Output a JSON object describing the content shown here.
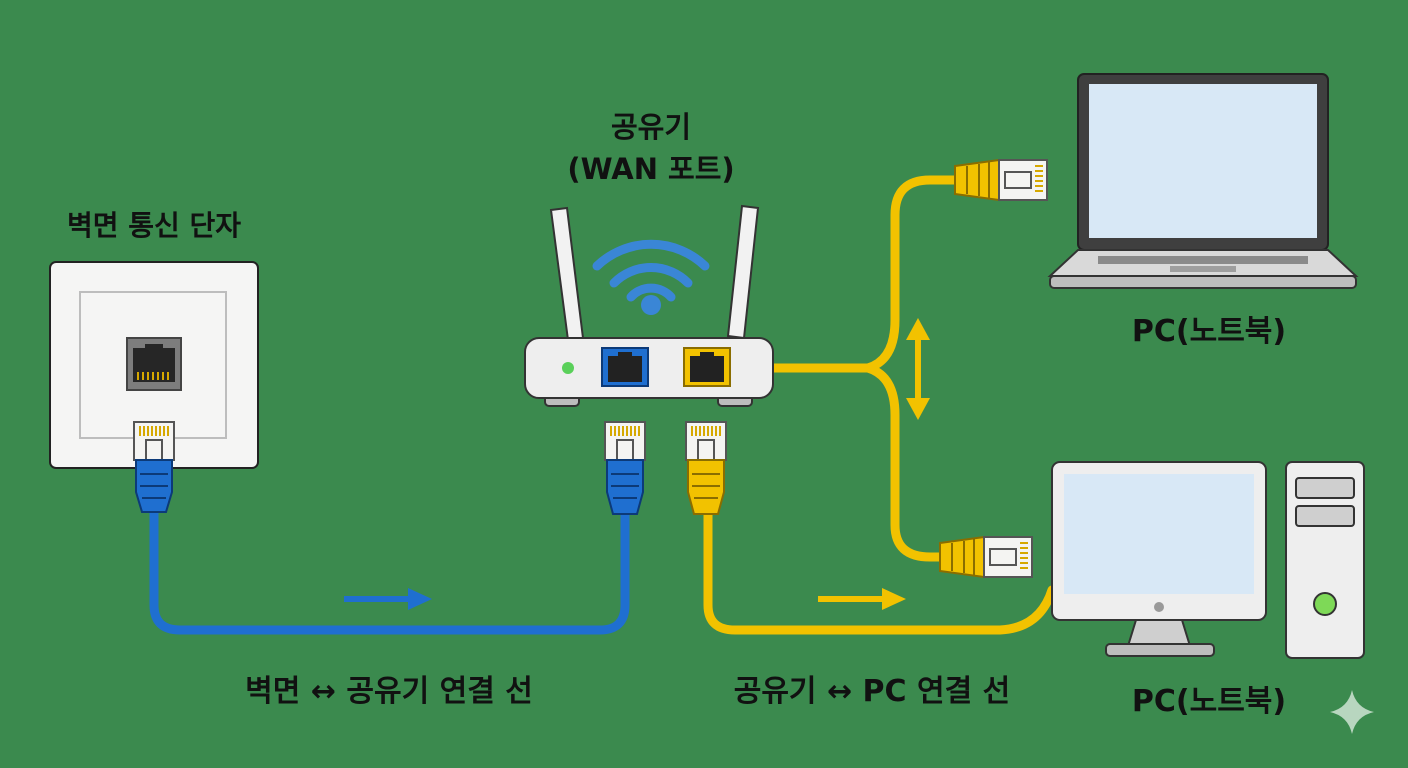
{
  "colors": {
    "background": "#3b8a4e",
    "wan_cable": "#1f6fd0",
    "lan_cable": "#f2c200",
    "wifi": "#3a86d6"
  },
  "labels": {
    "wall_jack": "벽면 통신 단자",
    "router_title": "공유기",
    "router_subtitle": "(WAN 포트)",
    "laptop": "PC(노트북)",
    "desktop": "PC(노트북)",
    "wall_to_router": "벽면 ↔ 공유기 연결 선",
    "router_to_pc": "공유기 ↔ PC 연결 선"
  },
  "icons": {
    "wall_jack": "ethernet-wall-plate-icon",
    "router": "wifi-router-icon",
    "laptop": "laptop-icon",
    "desktop": "desktop-pc-icon",
    "plug": "rj45-plug-icon",
    "arrow": "arrow-right-icon",
    "sparkle": "sparkle-icon"
  }
}
